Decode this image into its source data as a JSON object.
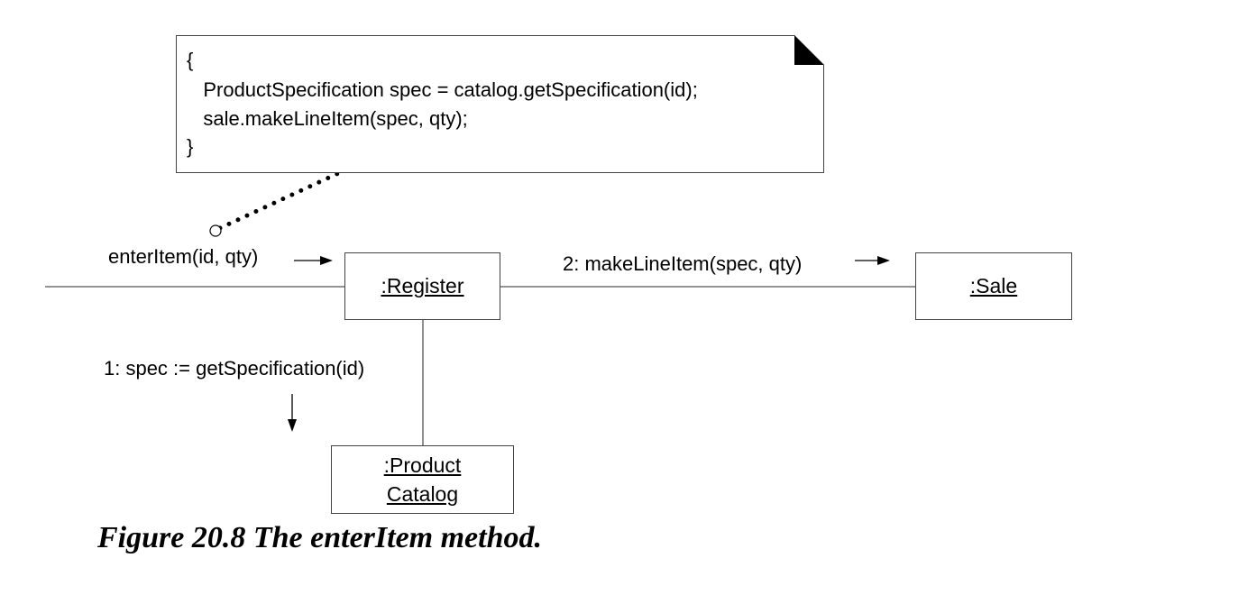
{
  "note": {
    "lines": [
      "{",
      "   ProductSpecification spec = catalog.getSpecification(id);",
      "   sale.makeLineItem(spec, qty);",
      "}"
    ]
  },
  "objects": {
    "register": ":Register",
    "sale": ":Sale",
    "catalog_line1": ":Product",
    "catalog_line2": "Catalog"
  },
  "messages": {
    "enter_item": "enterItem(id, qty)",
    "make_line_item": "2: makeLineItem(spec, qty)",
    "get_specification": "1: spec := getSpecification(id)"
  },
  "caption": "Figure 20.8 The enterItem method."
}
